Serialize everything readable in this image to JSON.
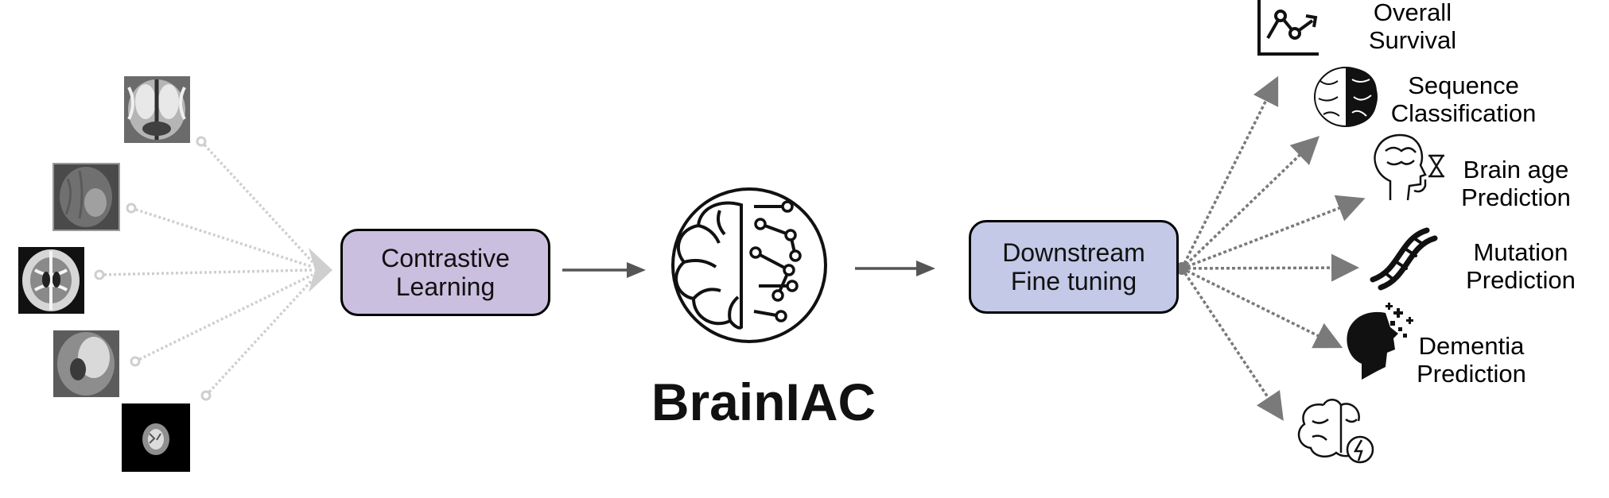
{
  "diagram": {
    "contrastive_box": {
      "line1": "Contrastive",
      "line2": "Learning",
      "fill": "#cbbfdf"
    },
    "downstream_box": {
      "line1": "Downstream",
      "line2": "Fine tuning",
      "fill": "#c3c9e7"
    },
    "model_name": "BrainIAC",
    "tasks": [
      {
        "line1": "Overall",
        "line2": "Survival",
        "icon": "survival-chart-icon"
      },
      {
        "line1": "Sequence",
        "line2": "Classification",
        "icon": "brain-solid-icon"
      },
      {
        "line1": "Brain age",
        "line2": "Prediction",
        "icon": "head-hourglass-icon"
      },
      {
        "line1": "Mutation",
        "line2": "Prediction",
        "icon": "dna-icon"
      },
      {
        "line1": "Dementia",
        "line2": "Prediction",
        "icon": "head-fragmenting-icon"
      },
      {
        "line1": "",
        "line2": "",
        "icon": "brain-lightning-icon"
      }
    ],
    "inputs": [
      "mri-coronal",
      "mri-flair",
      "mri-axial-t1",
      "mri-lesion",
      "mri-dark-slice"
    ]
  }
}
